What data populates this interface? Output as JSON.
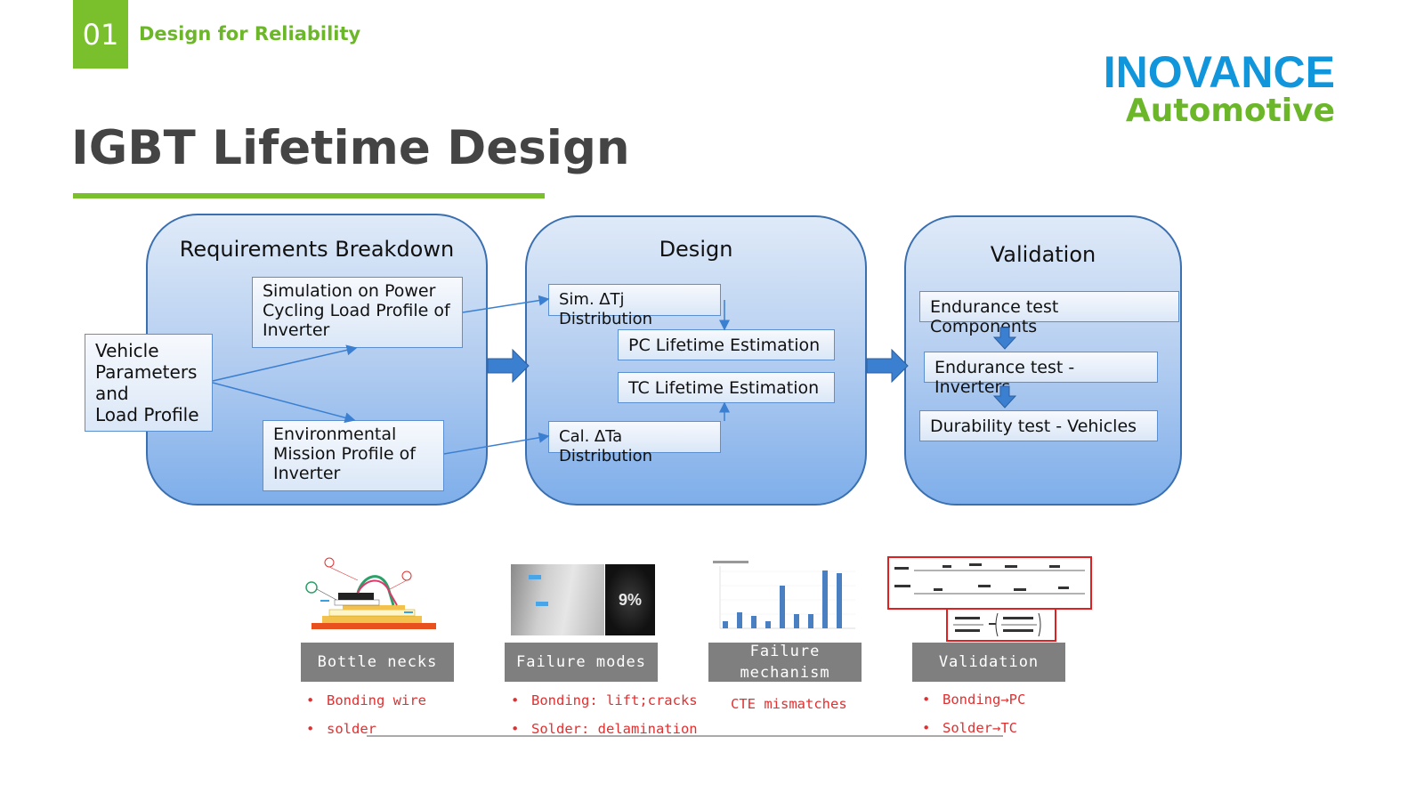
{
  "header": {
    "section_number": "01",
    "section_title": "Design for Reliability",
    "logo_line1": "INOVANCE",
    "logo_line2": "Automotive",
    "page_title": "IGBT Lifetime Design"
  },
  "colors": {
    "accent_green": "#7ac02c",
    "logo_blue": "#1296db",
    "panel_border": "#3a6fb0",
    "label_gray": "#7f7f7f",
    "note_red": "#e03030"
  },
  "panels": {
    "requirements": {
      "title": "Requirements Breakdown"
    },
    "design": {
      "title": "Design"
    },
    "validation": {
      "title": "Validation"
    }
  },
  "boxes": {
    "vehicle": [
      "Vehicle",
      "Parameters",
      "and",
      "Load Profile"
    ],
    "simulation": [
      "Simulation on Power",
      "Cycling Load Profile of",
      "Inverter"
    ],
    "environmental": [
      "Environmental",
      "Mission Profile of",
      "Inverter"
    ],
    "sim_tj": "Sim. ∆Tj Distribution",
    "pc_lifetime": "PC Lifetime Estimation",
    "tc_lifetime": "TC Lifetime Estimation",
    "cal_ta": "Cal. ∆Ta Distribution",
    "endurance_components": "Endurance test Components",
    "endurance_inverters": "Endurance test - Inverters",
    "durability_vehicles": "Durability test - Vehicles"
  },
  "bottom": {
    "bottlenecks": {
      "label": "Bottle necks",
      "items": [
        "Bonding wire",
        "solder"
      ]
    },
    "failure_modes": {
      "label": "Failure modes",
      "items": [
        "Bonding: lift;cracks",
        "Solder: delamination"
      ],
      "image_text": "9%"
    },
    "failure_mechanism": {
      "label_line1": "Failure",
      "label_line2": "mechanism",
      "items": [
        "CTE mismatches"
      ]
    },
    "validation": {
      "label": "Validation",
      "items": [
        "Bonding→PC",
        "Solder→TC"
      ]
    }
  },
  "bullet": "•"
}
